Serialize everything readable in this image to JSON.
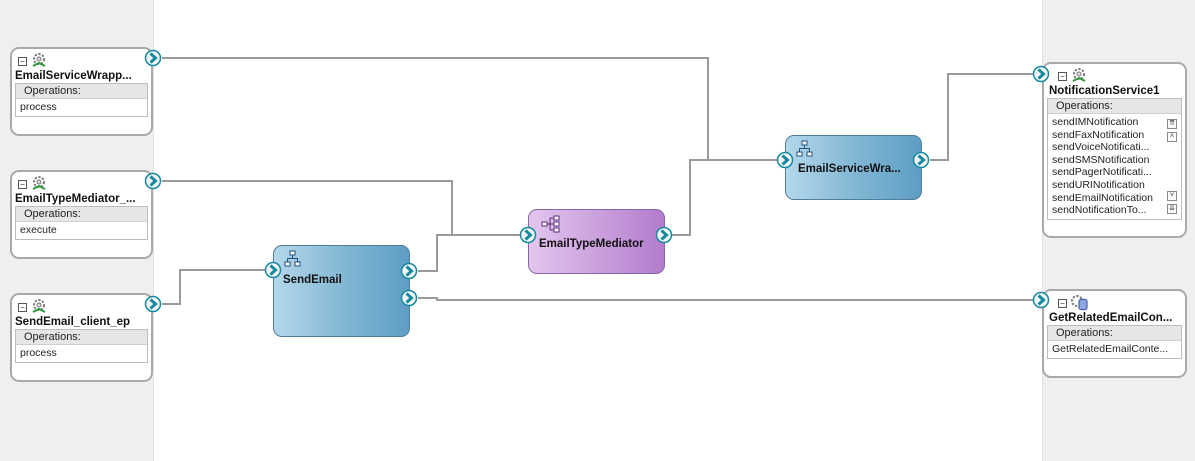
{
  "services_left": [
    {
      "name": "EmailServiceWrapp...",
      "operations_header": "Operations:",
      "operations": [
        "process"
      ]
    },
    {
      "name": "EmailTypeMediator_...",
      "operations_header": "Operations:",
      "operations": [
        "execute"
      ]
    },
    {
      "name": "SendEmail_client_ep",
      "operations_header": "Operations:",
      "operations": [
        "process"
      ]
    }
  ],
  "components": [
    {
      "name": "SendEmail",
      "kind": "bpel-process-icon"
    },
    {
      "name": "EmailTypeMediator",
      "kind": "mediator-icon"
    },
    {
      "name": "EmailServiceWra...",
      "kind": "bpel-process-icon"
    }
  ],
  "references_right": [
    {
      "name": "NotificationService1",
      "operations_header": "Operations:",
      "operations": [
        "sendIMNotification",
        "sendFaxNotification",
        "sendVoiceNotificati...",
        "sendSMSNotification",
        "sendPagerNotificati...",
        "sendURINotification",
        "sendEmailNotification",
        "sendNotificationTo..."
      ]
    },
    {
      "name": "GetRelatedEmailCon...",
      "operations_header": "Operations:",
      "operations": [
        "GetRelatedEmailConte..."
      ]
    }
  ],
  "colors": {
    "bpel_component": "#7fb5d3",
    "mediator_component": "#c99ddc",
    "port": "#138aa0",
    "wire": "#9a9a9a",
    "lane": "#efefef"
  }
}
